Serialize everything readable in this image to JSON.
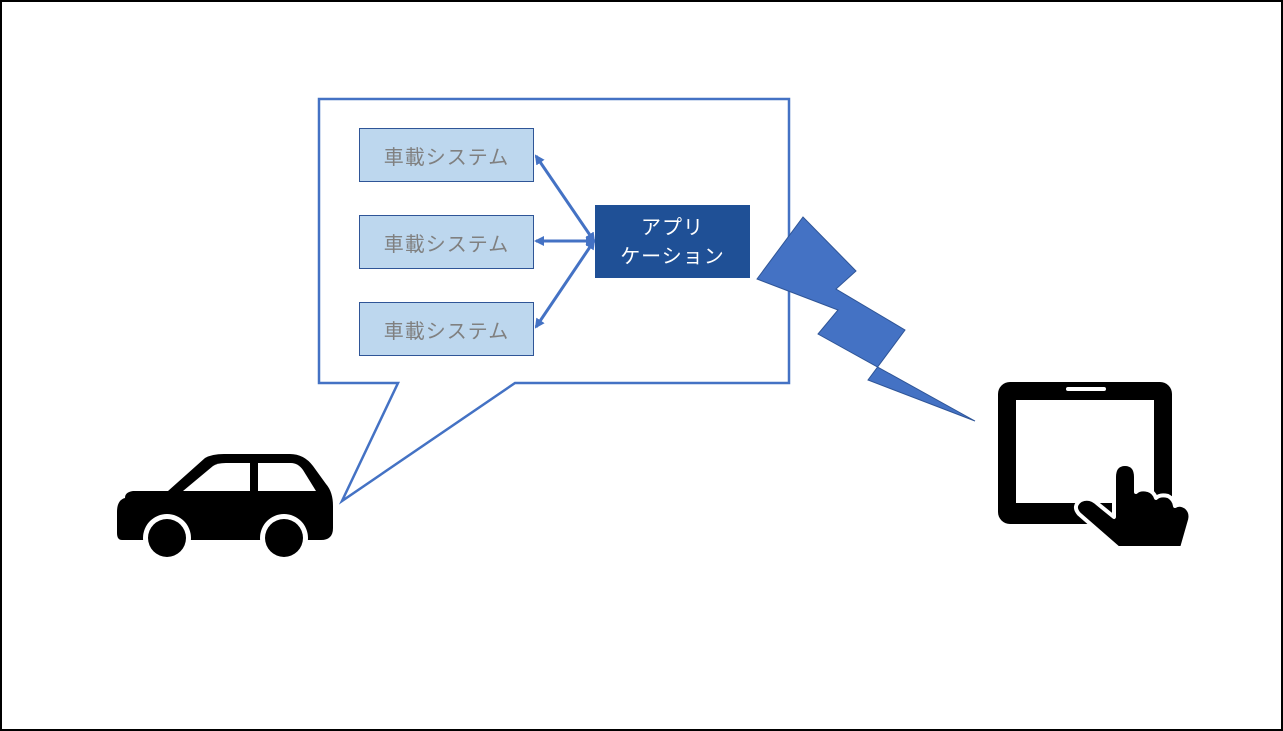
{
  "diagram": {
    "systems": [
      {
        "label": "車載システム"
      },
      {
        "label": "車載システム"
      },
      {
        "label": "車載システム"
      }
    ],
    "application": {
      "line1": "アプリ",
      "line2": "ケーション"
    },
    "icons": [
      "car-icon",
      "tablet-touch-icon",
      "lightning-bolt-icon"
    ],
    "colors": {
      "callout_border": "#4472c4",
      "system_fill": "#bdd7ee",
      "application_fill": "#1f5096",
      "bolt_fill": "#4472c4",
      "arrow": "#4472c4"
    }
  }
}
